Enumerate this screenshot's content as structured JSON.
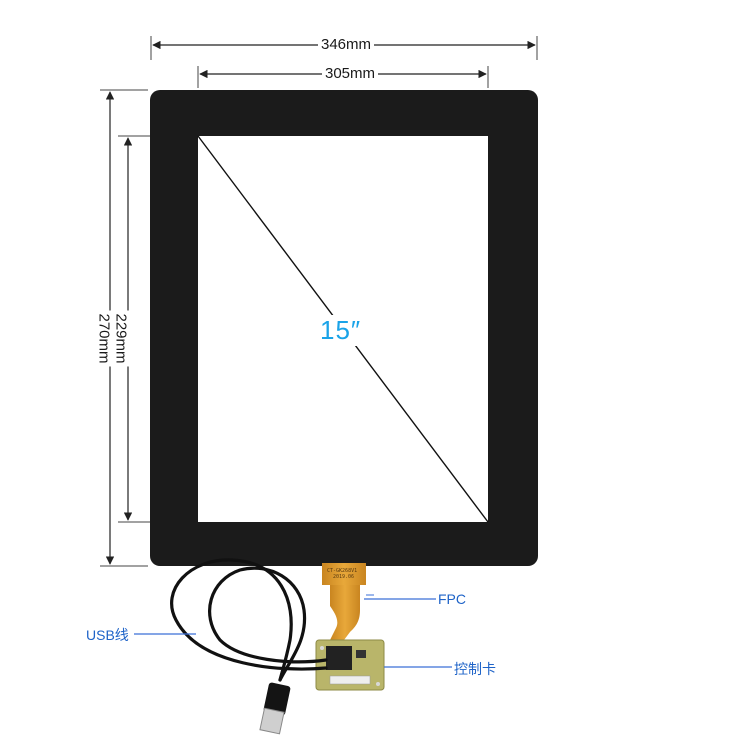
{
  "dimensions": {
    "outer_width": "346mm",
    "inner_width": "305mm",
    "inner_height": "229mm",
    "outer_height": "270mm"
  },
  "screen_size": "15″",
  "callouts": {
    "fpc": "FPC",
    "usb_cable": "USB线",
    "controller_board": "控制卡"
  },
  "board_print": {
    "line1": "CT-GK268V1",
    "line2": "2019.06"
  },
  "colors": {
    "panel": "#1b1b1b",
    "dimension_line": "#222222",
    "callout_text": "#1e63c8",
    "callout_line": "#3a6fd8",
    "diagonal_label": "#1aa3e8",
    "fpc": "#d8962a",
    "pcb": "#b9b56a"
  }
}
